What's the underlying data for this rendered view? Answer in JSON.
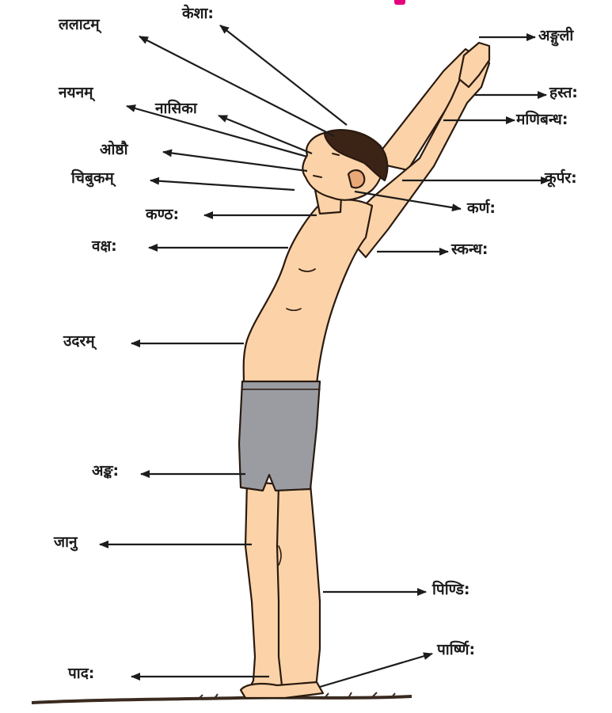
{
  "diagram": {
    "labels": {
      "kesha": "केशा:",
      "lalatam": "ललाटम्",
      "nayanam": "नयनम्",
      "nasika": "नासिका",
      "oshthau": "ओष्ठौ",
      "chibukam": "चिबुकम्",
      "kanthah": "कण्ठ:",
      "vakshah": "वक्ष:",
      "udaram": "उदरम्",
      "ankah": "अङ्क:",
      "janu": "जानु",
      "padah": "पाद:",
      "anguli": "अङ्गुली",
      "hastah": "हस्त:",
      "manibandhah": "मणिबन्ध:",
      "kurparah": "कूर्पर:",
      "karnah": "कर्ण:",
      "skandhah": "स्कन्ध:",
      "pindih": "पिण्डि:",
      "parshnih": "पार्ष्णि:"
    },
    "colors": {
      "skin": "#fcd3a8",
      "skin_shade": "#e9a878",
      "outline": "#2a1a10",
      "hair": "#3b2416",
      "shorts": "#9a9ca2",
      "arrow": "#1c1c1c",
      "ground": "#3a2a20",
      "title_accent": "#e6007e"
    }
  }
}
